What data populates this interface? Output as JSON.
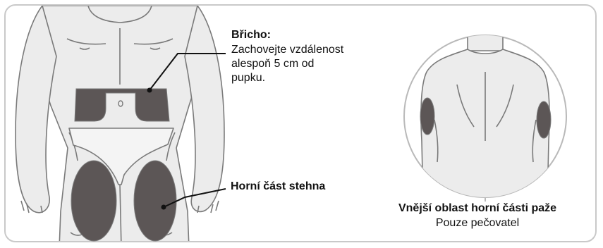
{
  "abdomen": {
    "title": "Břicho:",
    "text": "Zachovejte vzdálenost\nalespoň 5 cm od\npupku."
  },
  "thigh": {
    "title": "Horní část stehna"
  },
  "arm": {
    "title": "Vnější oblast horní části paže",
    "subtitle": "Pouze pečovatel"
  },
  "colors": {
    "outline": "#7a7a7a",
    "zone_fill": "#5c5656",
    "skin": "#ececec",
    "frame_border": "#c9c9c9"
  }
}
